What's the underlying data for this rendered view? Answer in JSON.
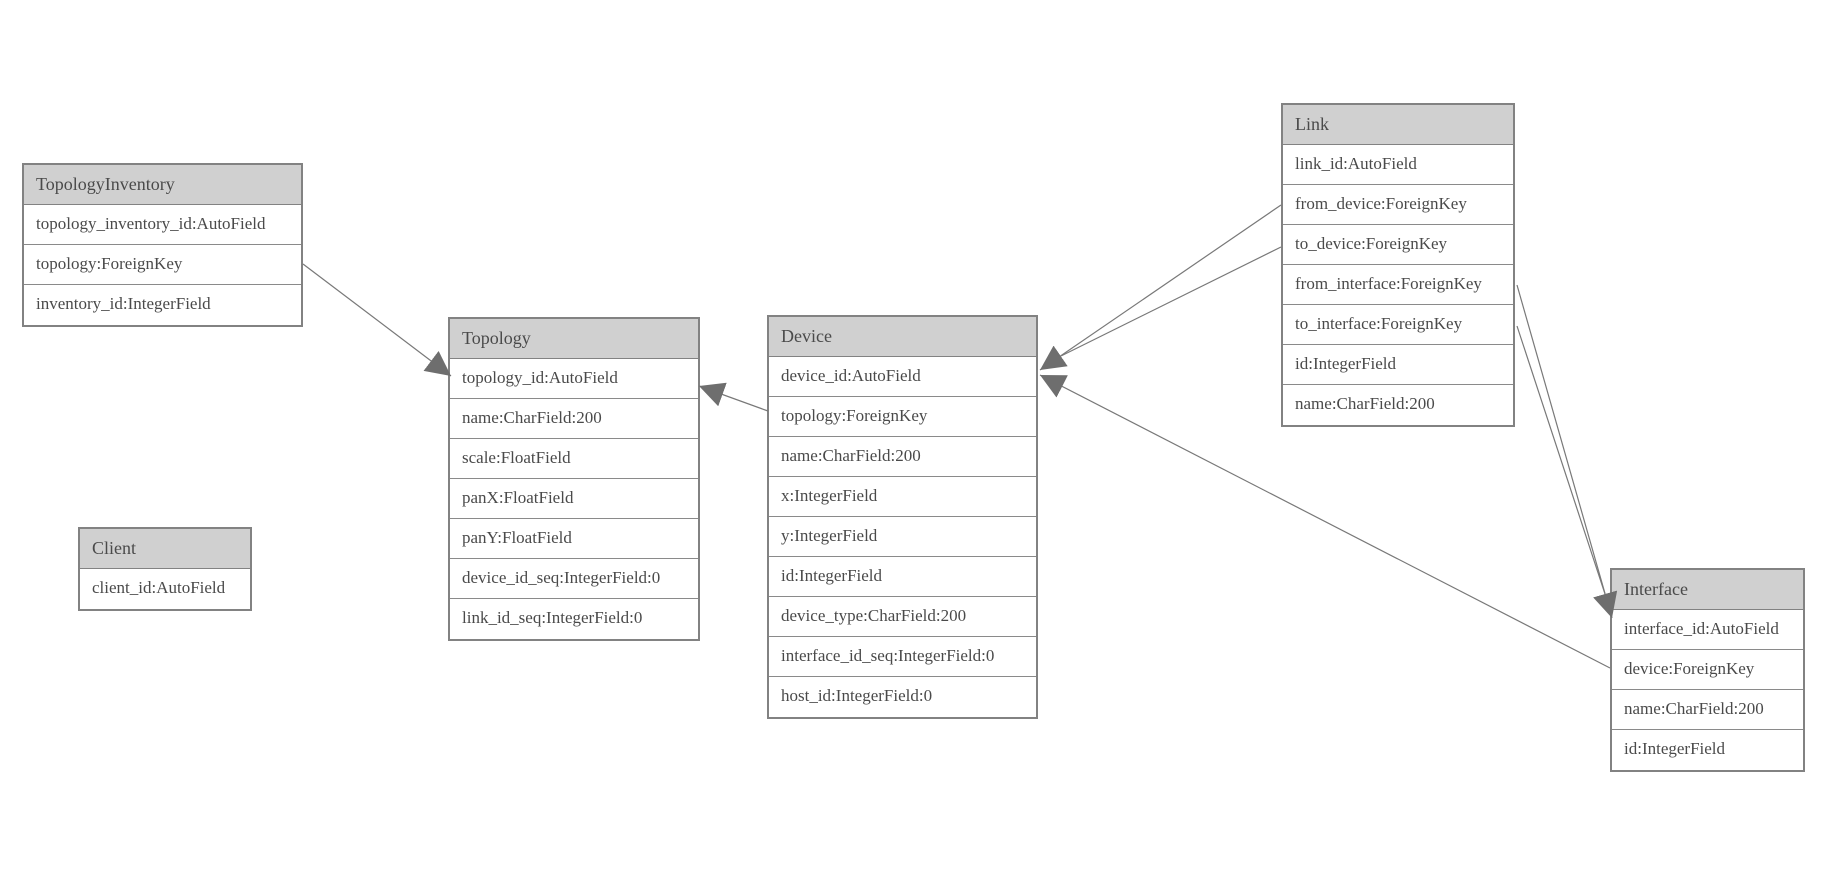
{
  "diagram": {
    "type": "entity-relationship-model",
    "entities": [
      {
        "name": "TopologyInventory",
        "fields": [
          "topology_inventory_id:AutoField",
          "topology:ForeignKey",
          "inventory_id:IntegerField"
        ]
      },
      {
        "name": "Topology",
        "fields": [
          "topology_id:AutoField",
          "name:CharField:200",
          "scale:FloatField",
          "panX:FloatField",
          "panY:FloatField",
          "device_id_seq:IntegerField:0",
          "link_id_seq:IntegerField:0"
        ]
      },
      {
        "name": "Client",
        "fields": [
          "client_id:AutoField"
        ]
      },
      {
        "name": "Device",
        "fields": [
          "device_id:AutoField",
          "topology:ForeignKey",
          "name:CharField:200",
          "x:IntegerField",
          "y:IntegerField",
          "id:IntegerField",
          "device_type:CharField:200",
          "interface_id_seq:IntegerField:0",
          "host_id:IntegerField:0"
        ]
      },
      {
        "name": "Link",
        "fields": [
          "link_id:AutoField",
          "from_device:ForeignKey",
          "to_device:ForeignKey",
          "from_interface:ForeignKey",
          "to_interface:ForeignKey",
          "id:IntegerField",
          "name:CharField:200"
        ]
      },
      {
        "name": "Interface",
        "fields": [
          "interface_id:AutoField",
          "device:ForeignKey",
          "name:CharField:200",
          "id:IntegerField"
        ]
      }
    ],
    "relations": [
      {
        "from": "TopologyInventory.topology",
        "to": "Topology.topology_id"
      },
      {
        "from": "Device.topology",
        "to": "Topology.topology_id"
      },
      {
        "from": "Link.from_device",
        "to": "Device.device_id"
      },
      {
        "from": "Link.to_device",
        "to": "Device.device_id"
      },
      {
        "from": "Link.from_interface",
        "to": "Interface.interface_id"
      },
      {
        "from": "Link.to_interface",
        "to": "Interface.interface_id"
      },
      {
        "from": "Interface.device",
        "to": "Device.device_id"
      }
    ],
    "colors": {
      "background": "#ffffff",
      "header_bg": "#d0d0d0",
      "border": "#828282",
      "text": "#4a4a4a",
      "line": "#787878",
      "arrow": "#6e6e6e"
    }
  }
}
